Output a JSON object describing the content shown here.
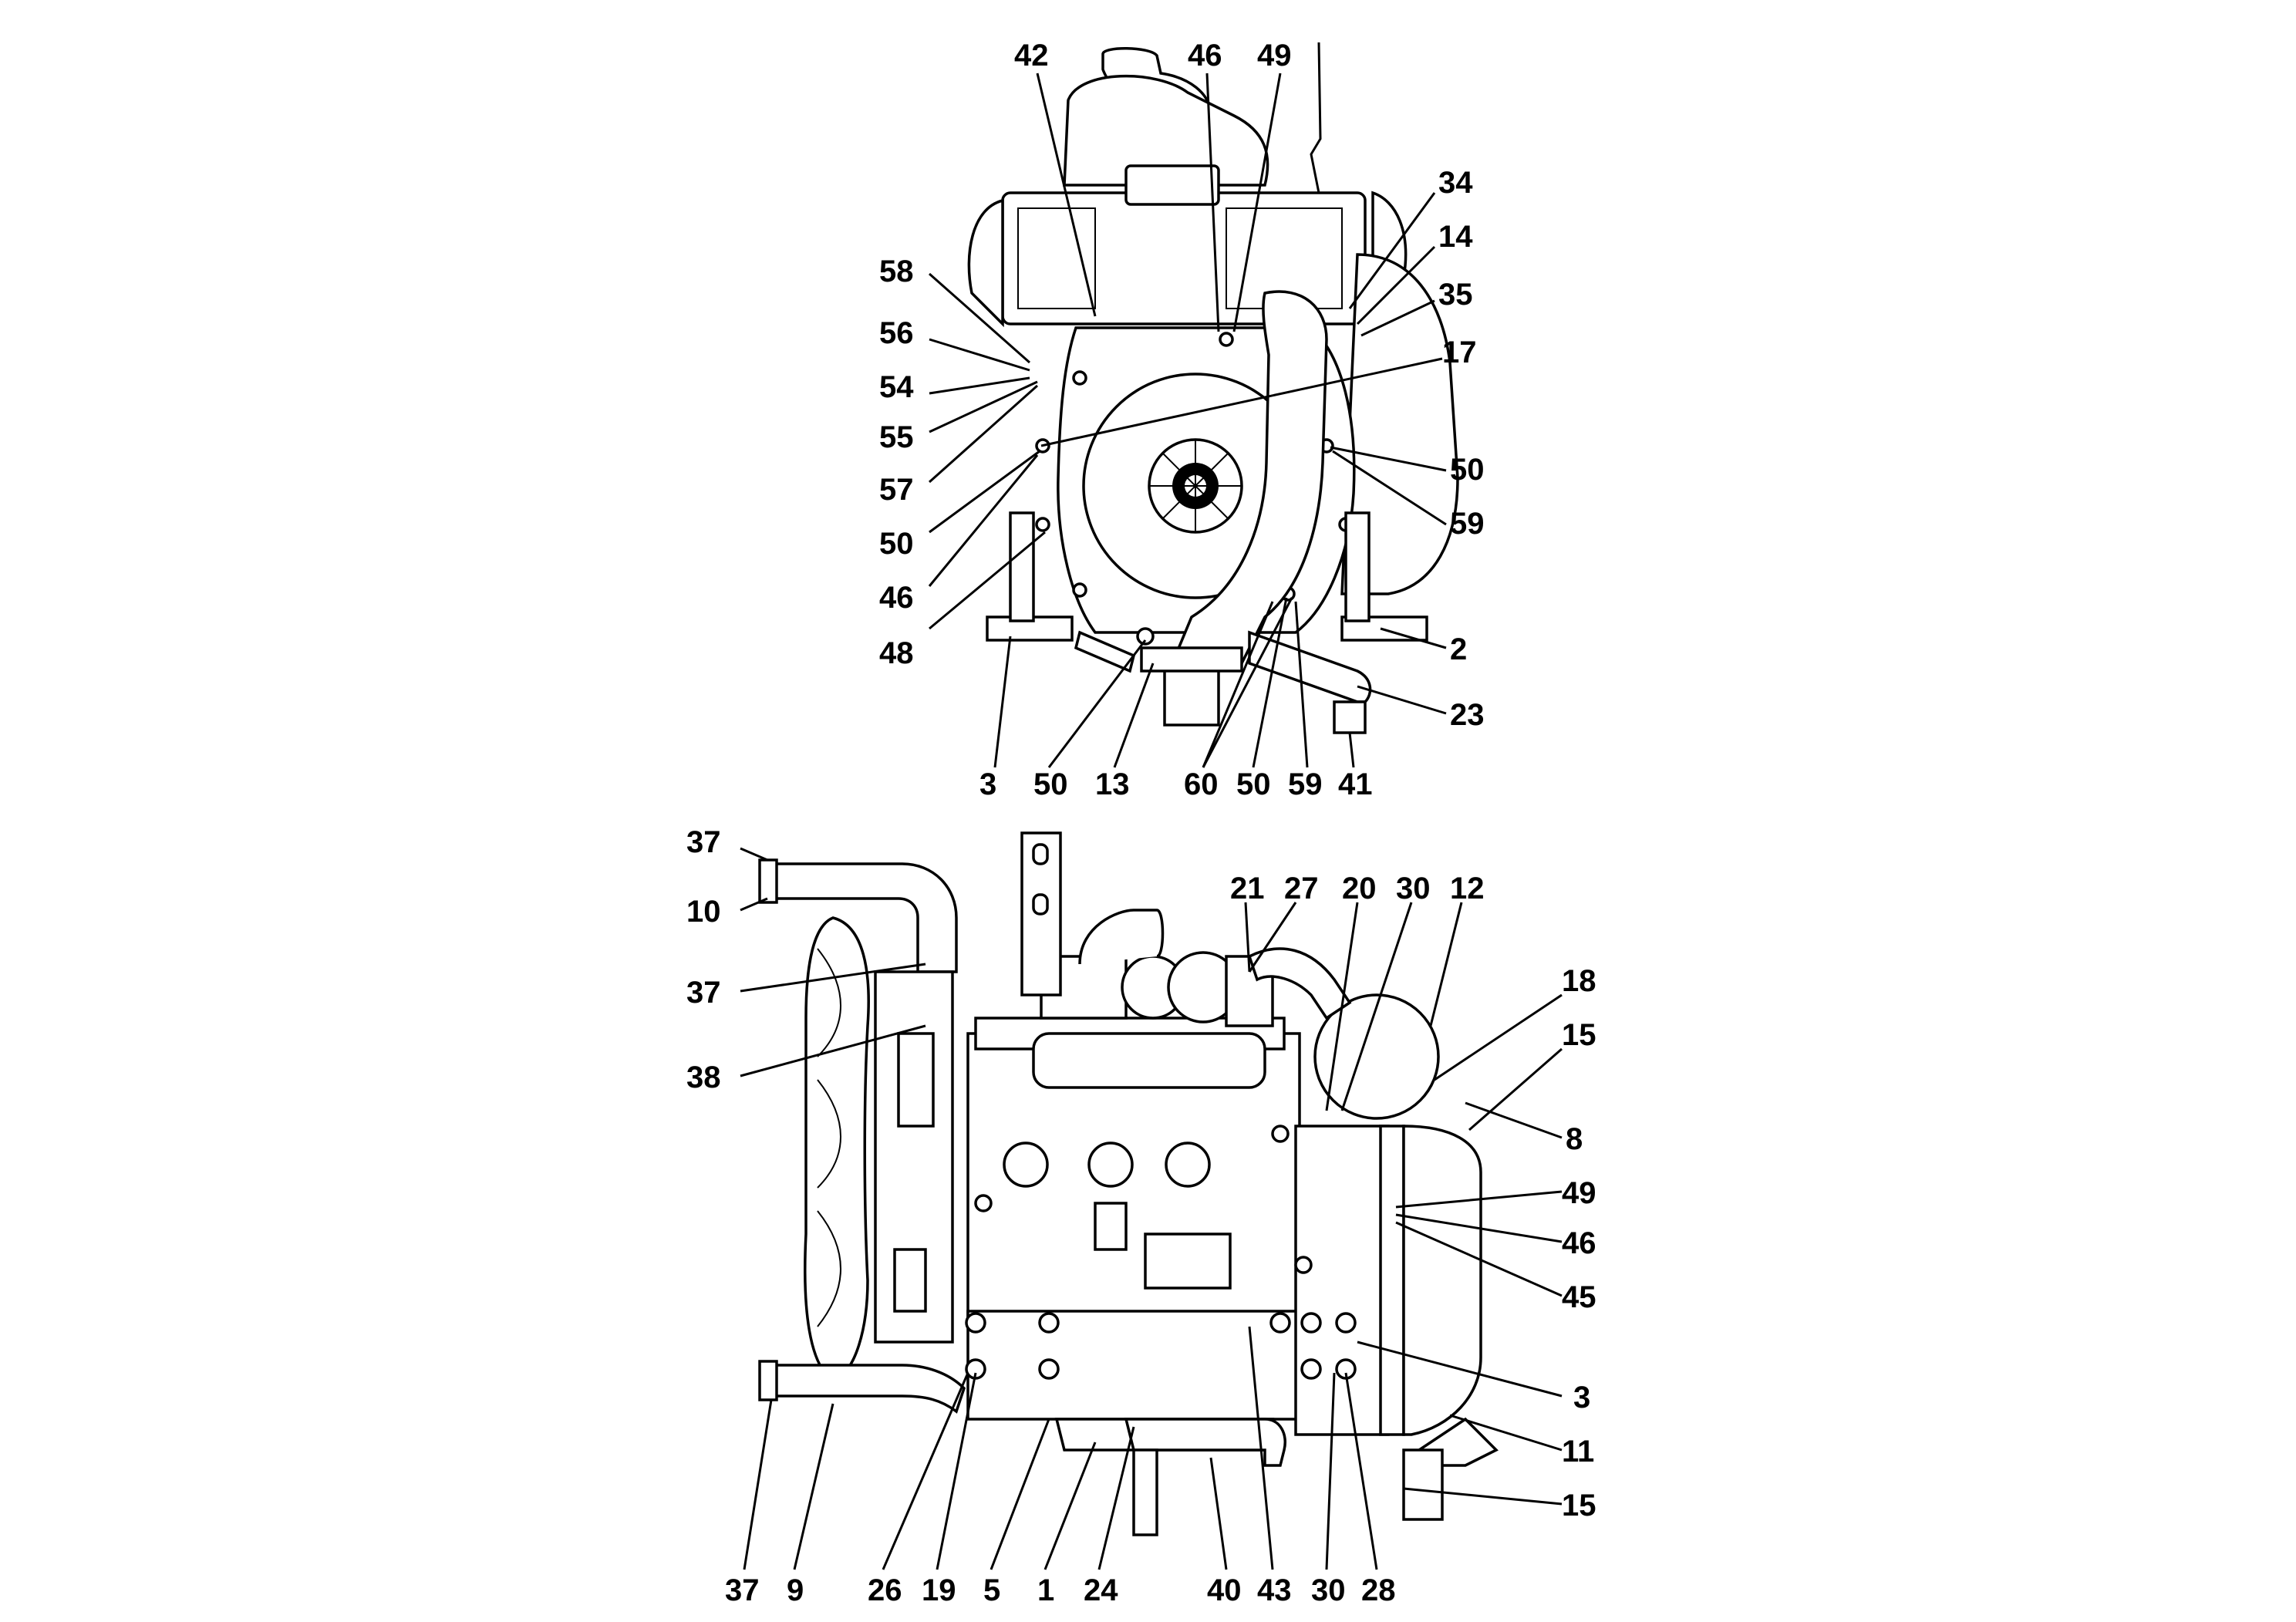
{
  "upper_view": {
    "callouts": [
      "42",
      "46",
      "49",
      "34",
      "14",
      "35",
      "17",
      "58",
      "56",
      "54",
      "55",
      "57",
      "50",
      "46",
      "48",
      "50",
      "59",
      "2",
      "23",
      "3",
      "50",
      "13",
      "60",
      "50",
      "59",
      "41"
    ]
  },
  "lower_view": {
    "callouts": [
      "37",
      "10",
      "37",
      "38",
      "21",
      "27",
      "20",
      "30",
      "12",
      "18",
      "15",
      "8",
      "49",
      "46",
      "45",
      "3",
      "11",
      "15",
      "37",
      "9",
      "26",
      "19",
      "5",
      "1",
      "24",
      "40",
      "43",
      "30",
      "28"
    ]
  }
}
